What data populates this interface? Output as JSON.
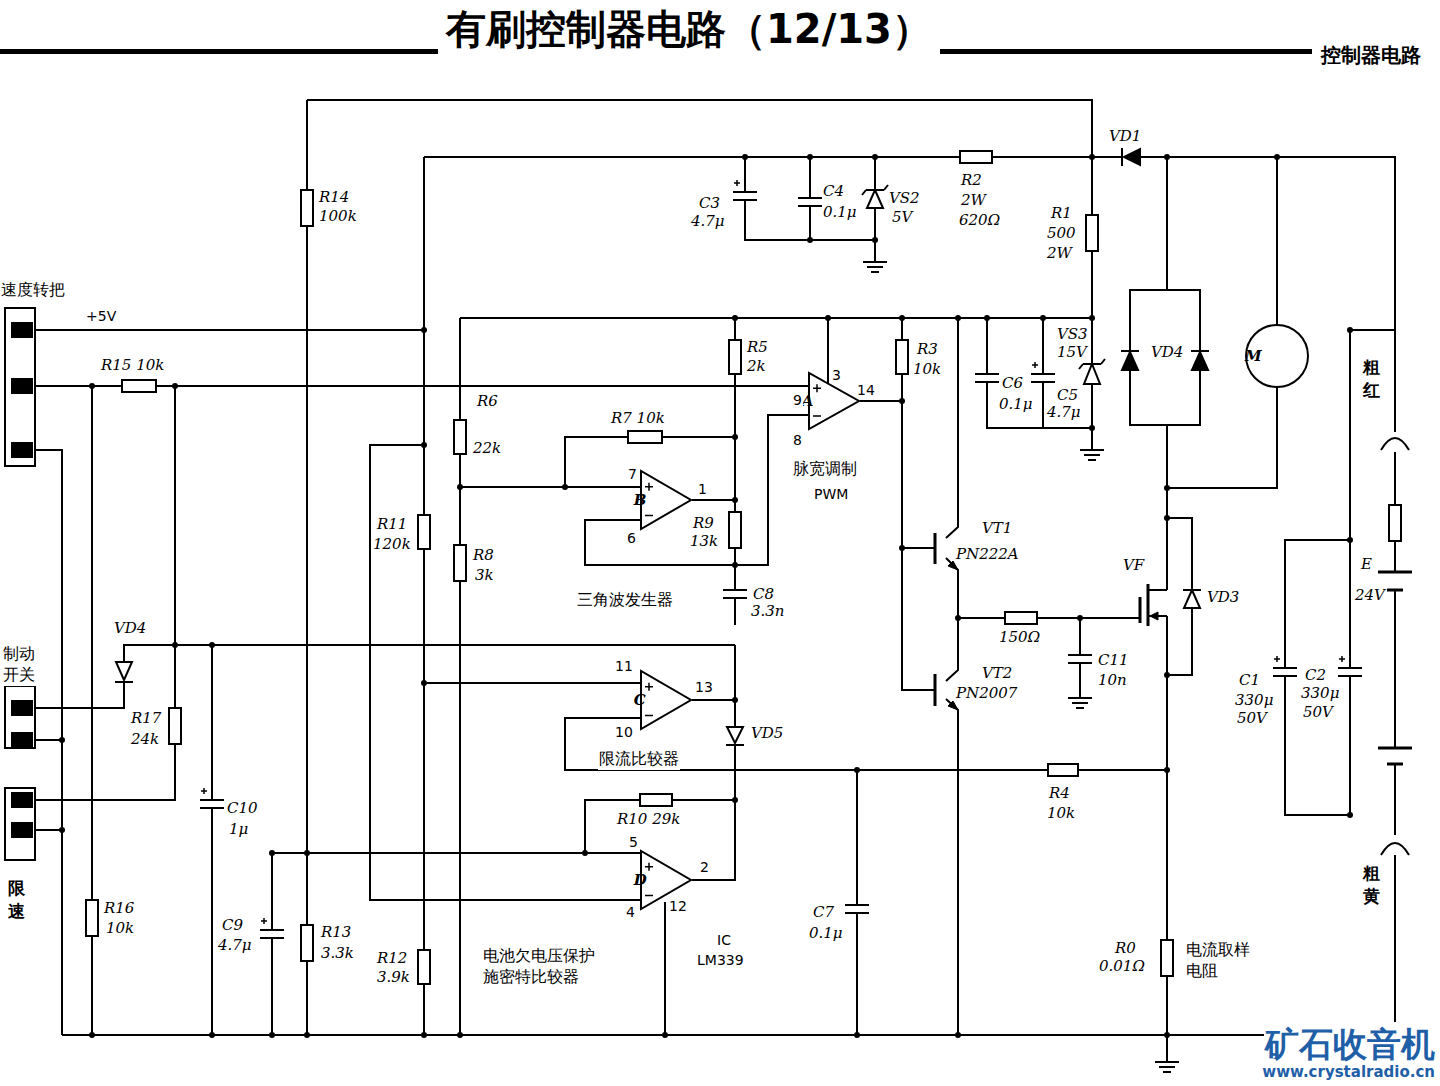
{
  "diagram": {
    "title": "有刷控制器电路（12/13）",
    "nodes": [
      {
        "text": [
          "A"
        ]
      },
      {
        "text": [
          "B"
        ]
      },
      {
        "text": [
          "C"
        ]
      },
      {
        "text": [
          "D"
        ]
      },
      {
        "text": [
          "M"
        ]
      }
    ],
    "labels": [
      "控制器电路",
      "R14",
      "100k",
      "C3",
      "4.7μ",
      "C4",
      "0.1μ",
      "VS2",
      "5V",
      "R2",
      "2W",
      "620Ω",
      "VD1",
      "R1",
      "500",
      "2W",
      "速度转把",
      "+5V",
      "R5",
      "2k",
      "R3",
      "10k",
      "VS3",
      "15V",
      "VD4",
      "R15 10k",
      "3",
      "14",
      "9",
      "8",
      "C6",
      "0.1μ",
      "C5",
      "4.7μ",
      "粗红",
      "R6",
      "22k",
      "R7 10k",
      "脉宽调制",
      "PWM",
      "7",
      "1",
      "6",
      "R9",
      "13k",
      "VT1",
      "PN222A",
      "R11",
      "120k",
      "R8",
      "3k",
      "VF",
      "E",
      "24V",
      "三角波发生器",
      "C8",
      "3.3n",
      "VD3",
      "150Ω",
      "VD4",
      "制动 开关",
      "C11",
      "10n",
      "11",
      "13",
      "10",
      "VT2",
      "PN2007",
      "R17",
      "24k",
      "C1",
      "330μ",
      "50V",
      "C2",
      "330μ",
      "50V",
      "VD5",
      "限流比较器",
      "R4",
      "10k",
      "C10",
      "1μ",
      "R10 29k",
      "5",
      "2",
      "4",
      "12",
      "限速",
      "R16",
      "10k",
      "C7",
      "0.1μ",
      "C9",
      "4.7μ",
      "R13",
      "3.3k",
      "IC",
      "LM339",
      "电池欠电压保护 施密特比较器",
      "R0",
      "0.01Ω",
      "电流取样 电阻",
      "R12",
      "3.9k",
      "粗黄",
      "矿石收音机",
      "www.crystalradio.cn"
    ]
  }
}
